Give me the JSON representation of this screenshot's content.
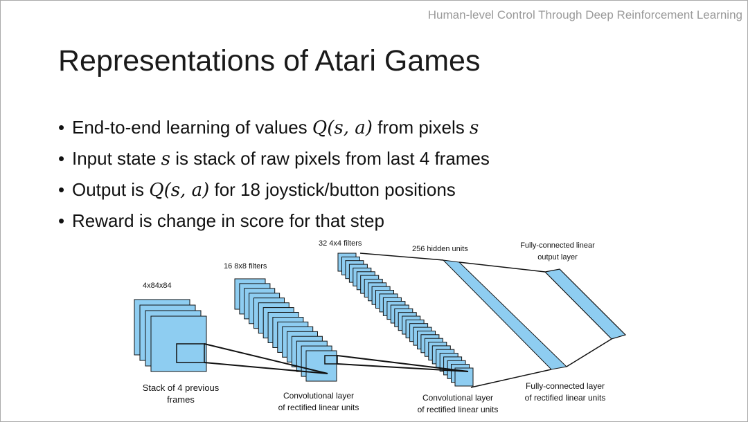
{
  "header": {
    "title": "Human-level Control Through Deep Reinforcement Learning"
  },
  "slide": {
    "title": "Representations of Atari Games"
  },
  "bullets": [
    {
      "pre": "End-to-end learning of values ",
      "math1": "Q(s, a)",
      "mid": " from pixels ",
      "math2": "s",
      "post": ""
    },
    {
      "pre": "Input state ",
      "math1": "s",
      "mid": " is stack of raw pixels from last 4 frames",
      "math2": "",
      "post": ""
    },
    {
      "pre": "Output is ",
      "math1": "Q(s, a)",
      "mid": " for 18 joystick/button positions",
      "math2": "",
      "post": ""
    },
    {
      "pre": "Reward is change in score for that step",
      "math1": "",
      "mid": "",
      "math2": "",
      "post": ""
    }
  ],
  "diagram": {
    "label_input_size": "4x84x84",
    "label_conv1_filters": "16 8x8 filters",
    "label_conv2_filters": "32 4x4 filters",
    "label_hidden": "256 hidden units",
    "label_output_line1": "Fully-connected linear",
    "label_output_line2": "output layer",
    "caption_input_line1": "Stack of 4 previous",
    "caption_input_line2": "frames",
    "caption_conv1_line1": "Convolutional layer",
    "caption_conv1_line2": "of rectified linear units",
    "caption_conv2_line1": "Convolutional layer",
    "caption_conv2_line2": "of rectified linear units",
    "caption_fc_line1": "Fully-connected layer",
    "caption_fc_line2": "of rectified linear units",
    "input_frames": 4,
    "conv1_maps": 16,
    "conv2_maps": 32,
    "fill_color": "#8ecdf1",
    "stroke_color": "#111111"
  }
}
